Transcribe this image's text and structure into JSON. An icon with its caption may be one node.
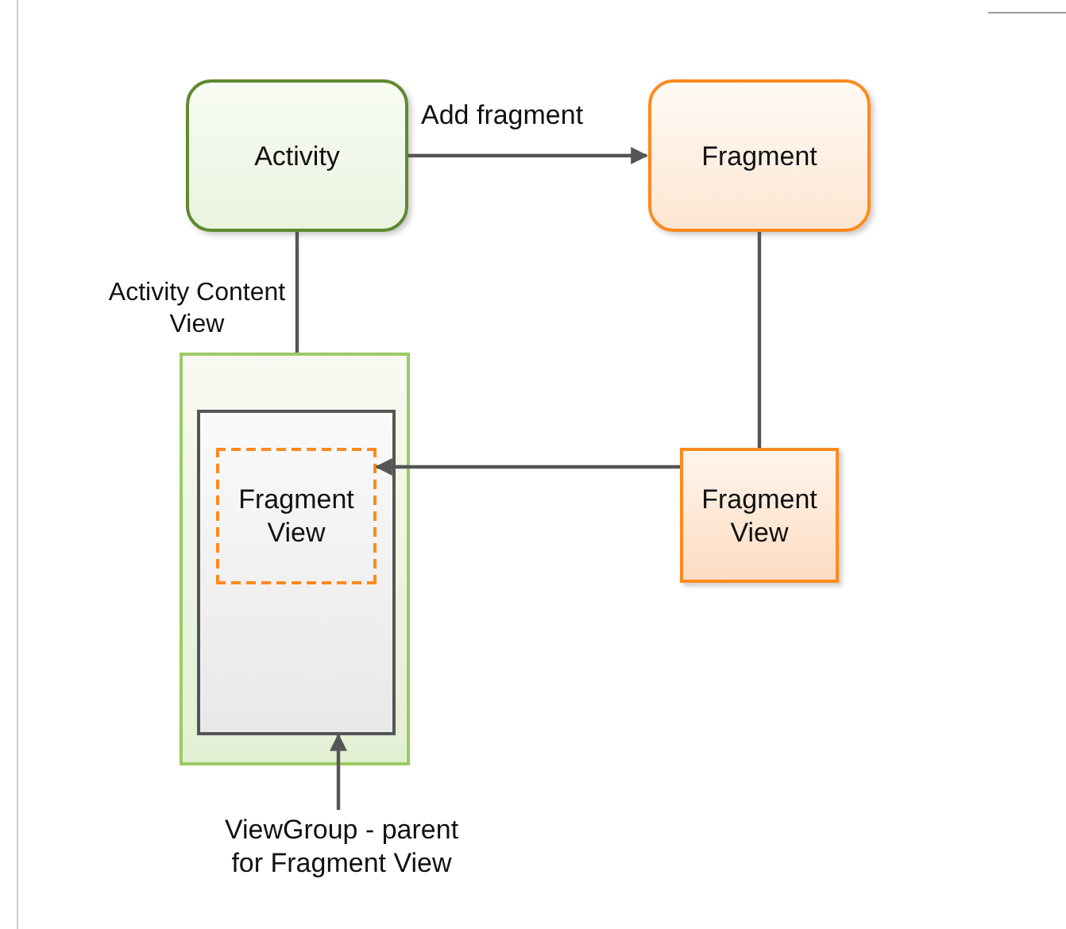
{
  "diagram": {
    "nodes": [
      {
        "text": [
          "Activity"
        ]
      },
      {
        "text": [
          "Fragment"
        ]
      },
      {
        "text": [],
        "shape": "box"
      },
      {
        "text": [],
        "shape": "box",
        "in": 2
      },
      {
        "text": [
          "Fragment View"
        ],
        "in": 3
      },
      {
        "text": [
          "Fragment View"
        ]
      },
      {
        "text": [
          "ViewGroup - parent for Fragment View"
        ]
      }
    ],
    "edges": [
      {
        "from": 0,
        "to": 1,
        "arrow": "to",
        "label": "Add fragment"
      },
      {
        "from": 0,
        "to": 2,
        "arrow": "none",
        "label": "Activity Content View"
      },
      {
        "from": 1,
        "to": 5,
        "arrow": "none"
      },
      {
        "from": 5,
        "to": 4,
        "arrow": "to"
      },
      {
        "from": 6,
        "to": 3,
        "arrow": "to"
      }
    ]
  }
}
